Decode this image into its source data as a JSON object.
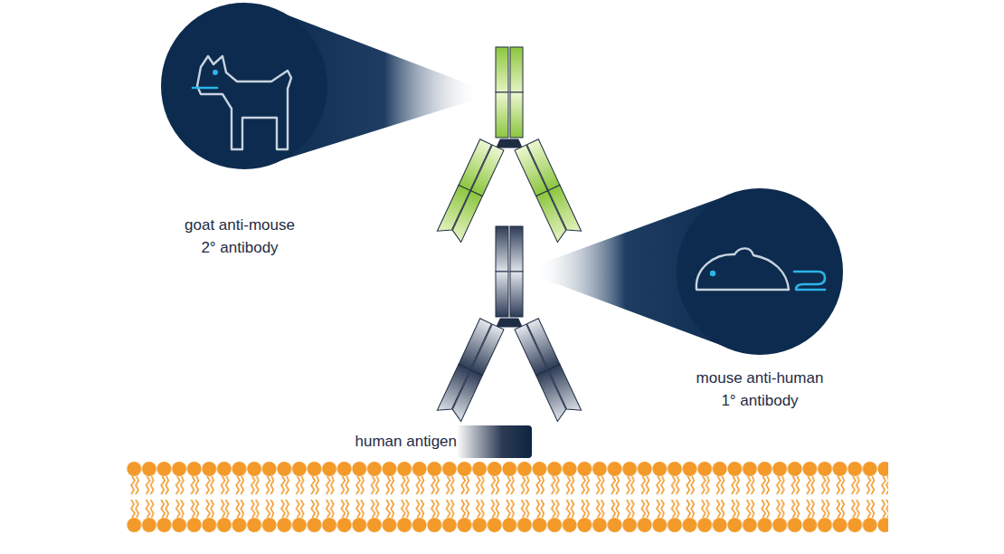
{
  "diagram": {
    "nodes": [
      {
        "text": [
          "goat anti-mouse 2° antibody"
        ]
      },
      {
        "text": [
          "mouse anti-human 1° antibody"
        ]
      }
    ],
    "labels": [
      "human antigen"
    ]
  }
}
